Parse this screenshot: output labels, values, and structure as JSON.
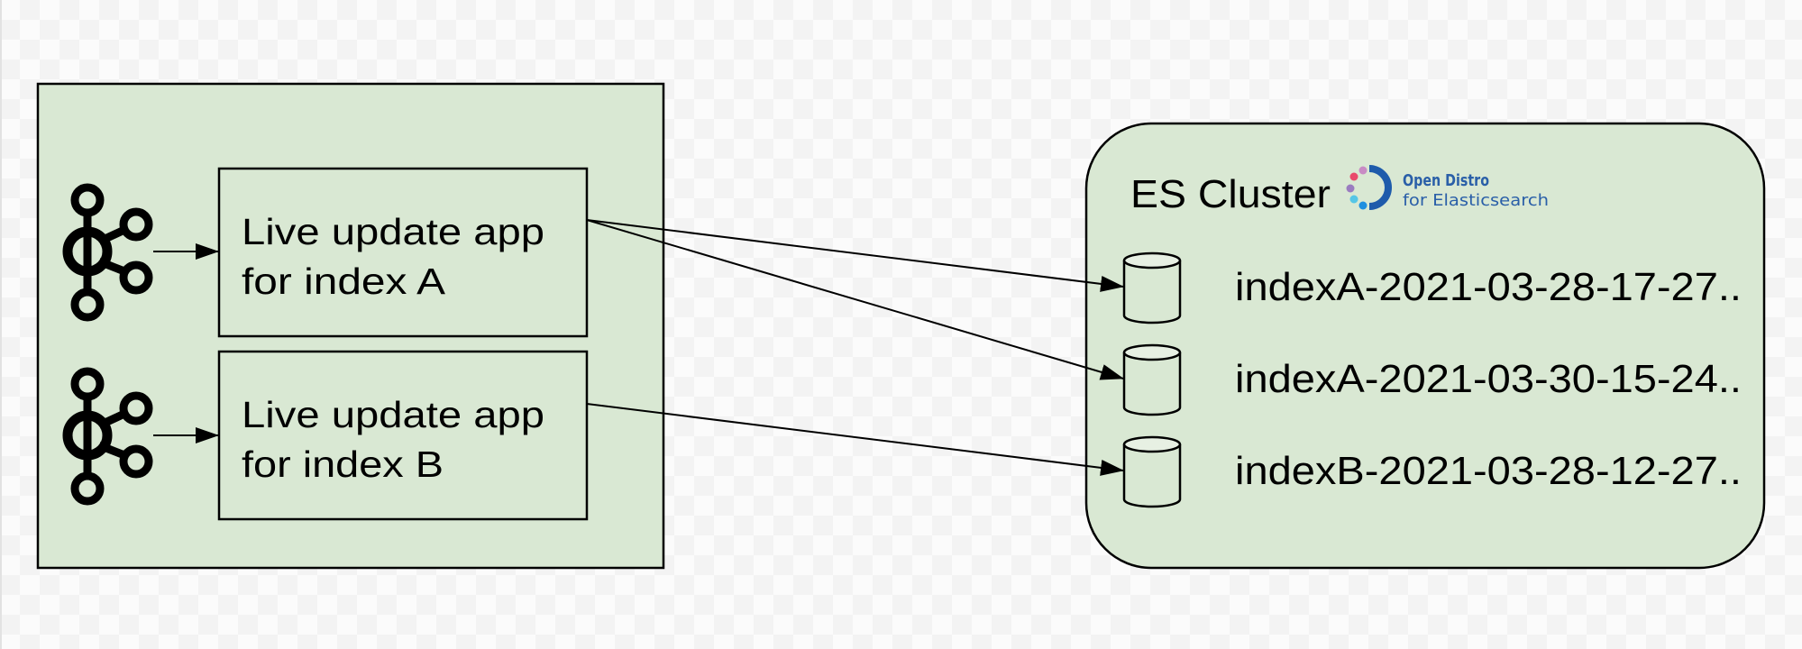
{
  "diagram": {
    "title": "Kafka live update apps writing to Elasticsearch indices",
    "producer_group": {
      "apps": [
        {
          "id": "app-a",
          "line1": "Live update app",
          "line2": "for index A",
          "source_icon": "kafka-icon"
        },
        {
          "id": "app-b",
          "line1": "Live update app",
          "line2": "for index B",
          "source_icon": "kafka-icon"
        }
      ]
    },
    "cluster": {
      "label": "ES Cluster",
      "logo": {
        "name": "open-distro-logo",
        "line1": "Open Distro",
        "line2": "for Elasticsearch",
        "colors": {
          "arc": "#1e5bab",
          "dots": [
            "#e94a6b",
            "#c88bc4",
            "#9a7cc0",
            "#56c6e6",
            "#1f8fe0"
          ],
          "text": "#2a5fa8"
        }
      },
      "indices": [
        {
          "id": "idx-1",
          "label": "indexA-2021-03-28-17-27..",
          "icon": "database-icon"
        },
        {
          "id": "idx-2",
          "label": "indexA-2021-03-30-15-24..",
          "icon": "database-icon"
        },
        {
          "id": "idx-3",
          "label": "indexB-2021-03-28-12-27..",
          "icon": "database-icon"
        }
      ]
    },
    "edges": [
      {
        "from": "kafka-a",
        "to": "app-a"
      },
      {
        "from": "kafka-b",
        "to": "app-b"
      },
      {
        "from": "app-a",
        "to": "idx-1"
      },
      {
        "from": "app-a",
        "to": "idx-2"
      },
      {
        "from": "app-b",
        "to": "idx-3"
      }
    ],
    "colors": {
      "box_fill": "#d9e8d3",
      "stroke": "#000000",
      "cyl_top": "#e7f0e3"
    }
  }
}
